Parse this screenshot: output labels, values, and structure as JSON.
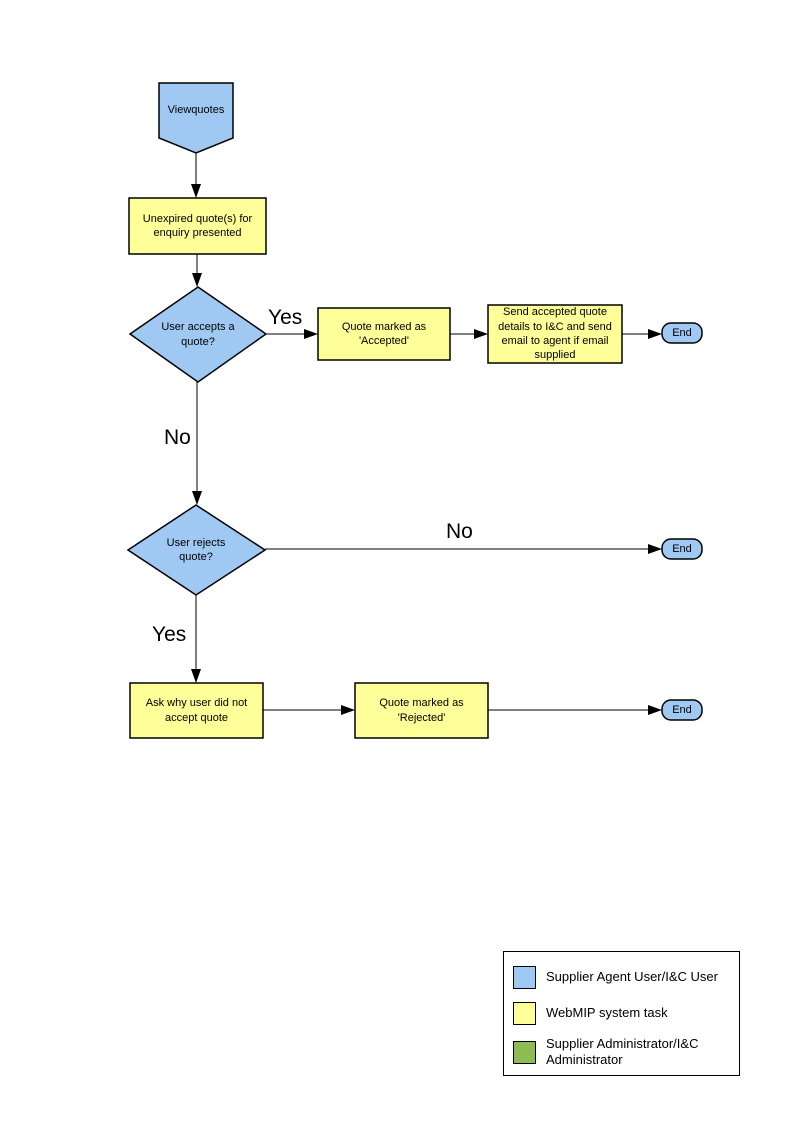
{
  "nodes": {
    "start": {
      "label": "Viewquotes"
    },
    "unexpired_quotes": {
      "label": "Unexpired quote(s) for enquiry presented"
    },
    "user_accepts": {
      "label": "User accepts a quote?"
    },
    "marked_accepted": {
      "label": "Quote  marked as 'Accepted'"
    },
    "send_details": {
      "label": "Send accepted quote details to I&C and send email to agent if email supplied"
    },
    "end_accept": {
      "label": "End"
    },
    "user_rejects": {
      "label": "User rejects quote?"
    },
    "end_reject_no": {
      "label": "End"
    },
    "ask_why": {
      "label": "Ask why user did not accept quote"
    },
    "marked_rejected": {
      "label": "Quote  marked as 'Rejected'"
    },
    "end_reject_yes": {
      "label": "End"
    }
  },
  "edges": {
    "accepts_yes": "Yes",
    "accepts_no": "No",
    "rejects_no": "No",
    "rejects_yes": "Yes"
  },
  "legend": {
    "items": [
      {
        "label": "Supplier Agent User/I&C User",
        "color": "#9FC9F3"
      },
      {
        "label": "WebMIP system task",
        "color": "#FFFF99"
      },
      {
        "label": "Supplier Administrator/I&C Administrator",
        "color": "#8DBC52"
      }
    ]
  },
  "colors": {
    "actor_user_blue": "#9FC9F3",
    "system_task_yellow": "#FFFF99",
    "admin_green": "#8DBC52",
    "connector_black": "#000000"
  }
}
